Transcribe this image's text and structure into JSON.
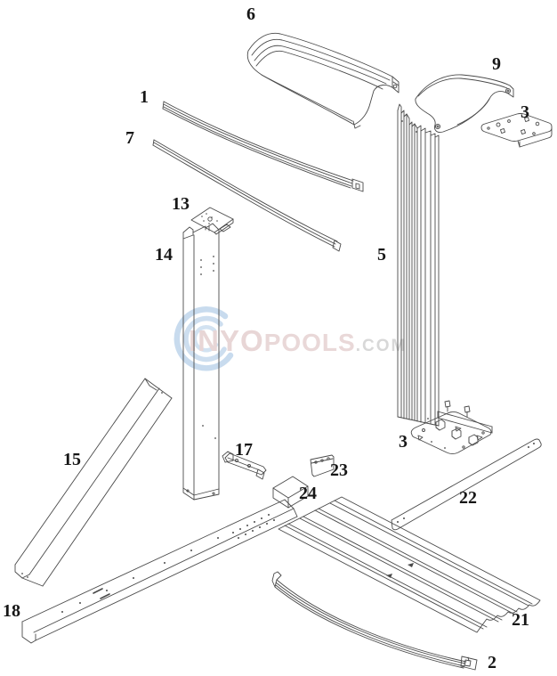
{
  "watermark": {
    "brand_left": "INYO",
    "brand_right": "POOLS",
    "domain_suffix": ".COM"
  },
  "colors": {
    "line": "#4a4a4a",
    "label_text": "#161616",
    "watermark_swoosh_blue": "#b6cfe8",
    "watermark_brand_pink": "#e8d6d6",
    "watermark_suffix_gray": "#d8d8d8",
    "background": "#ffffff"
  },
  "labels": [
    {
      "part": "top-ledge",
      "text": "6"
    },
    {
      "part": "top-cap",
      "text": "9"
    },
    {
      "part": "top-plate",
      "text": "3"
    },
    {
      "part": "top-rail",
      "text": "1"
    },
    {
      "part": "stabilizer-rail",
      "text": "7"
    },
    {
      "part": "post-plate",
      "text": "13"
    },
    {
      "part": "upright-post",
      "text": "14"
    },
    {
      "part": "ribbed-upright",
      "text": "5"
    },
    {
      "part": "base-plate",
      "text": "3"
    },
    {
      "part": "buttress-brace",
      "text": "15"
    },
    {
      "part": "small-bracket",
      "text": "17"
    },
    {
      "part": "small-plate",
      "text": "23"
    },
    {
      "part": "small-box",
      "text": "24"
    },
    {
      "part": "flat-strap",
      "text": "22"
    },
    {
      "part": "bottom-channel",
      "text": "18"
    },
    {
      "part": "wall-panel",
      "text": "21"
    },
    {
      "part": "bottom-rail",
      "text": "2"
    }
  ]
}
